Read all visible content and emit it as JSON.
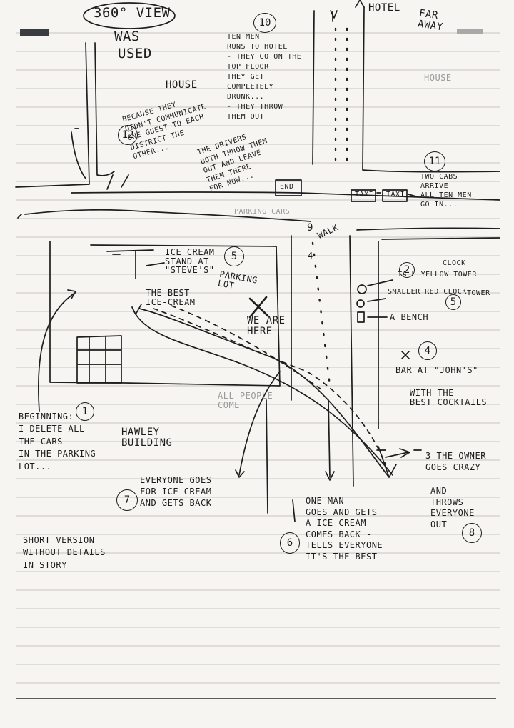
{
  "title": {
    "line1": "360° VIEW",
    "line2": "WAS",
    "line3": "USED"
  },
  "map_labels": {
    "house_left": "HOUSE",
    "house_right": "HOUSE",
    "far_away": "FAR\nAWAY",
    "hotel": "HOTEL",
    "parking_lot": "PARKING\nLOT",
    "we_are_here": "WE ARE\nHERE",
    "hawley_building": "HAWLEY\nBUILDING",
    "ice_cream_stand": "ICE CREAM\nSTAND AT\n\"STEVE'S\"",
    "best_ice_cream": "THE BEST\nICE-CREAM",
    "tall_tower": "TALL YELLOW TOWER",
    "clock_1": "CLOCK",
    "smaller_tower": "SMALLER RED CLOCK",
    "tower_2": "TOWER",
    "bench": "A BENCH",
    "bar": "BAR AT \"JOHN'S\"",
    "best_cocktails": "WITH THE\nBEST COCKTAILS",
    "walk": "WALK",
    "end": "END",
    "taxi_1": "TAXI",
    "taxi_2": "TAXI",
    "faint_left": "ALL PEOPLE\nCOME",
    "faint_road": "PARKING CARS"
  },
  "story": {
    "beginning": "BEGINNING:\nI DELETE ALL\nTHE CARS\nIN THE PARKING\nLOT...",
    "step2": "EVERYONE GOES\nFOR ICE-CREAM\nAND GETS BACK",
    "step3": "3 THE OWNER\nGOES CRAZY",
    "step3b": "AND\nTHROWS\nEVERYONE\nOUT",
    "step6": "ONE MAN\nGOES AND GETS\nA ICE CREAM\nCOMES BACK -\nTELLS EVERYONE\nIT'S THE BEST",
    "step10": "TEN MEN\nRUNS TO HOTEL\n- THEY GO ON THE\nTOP FLOOR\nTHEY GET\nCOMPLETELY\nDRUNK...\n- THEY THROW\nTHEM OUT",
    "step11": "TWO CABS\nARRIVE\nALL TEN MEN\nGO IN...",
    "step12": "BECAUSE THEY\nDIDN'T COMMUNICATE\nONE GUEST TO EACH\nDISTRICT THE\nOTHER...",
    "drivers": "THE DRIVERS\nBOTH THROW THEM\nOUT AND LEAVE\nTHEM THERE\nFOR NOW...",
    "short_version": "SHORT VERSION\nWITHOUT DETAILS\nIN STORY"
  },
  "step_numbers": {
    "n1": "1",
    "n2": "2",
    "n3": "3",
    "n4": "4",
    "n5": "5",
    "n6": "6",
    "n7": "7",
    "n8": "8",
    "n10": "10",
    "n11": "11",
    "n12": "12",
    "n5b": "5",
    "n9": "9",
    "n4b": "4"
  }
}
